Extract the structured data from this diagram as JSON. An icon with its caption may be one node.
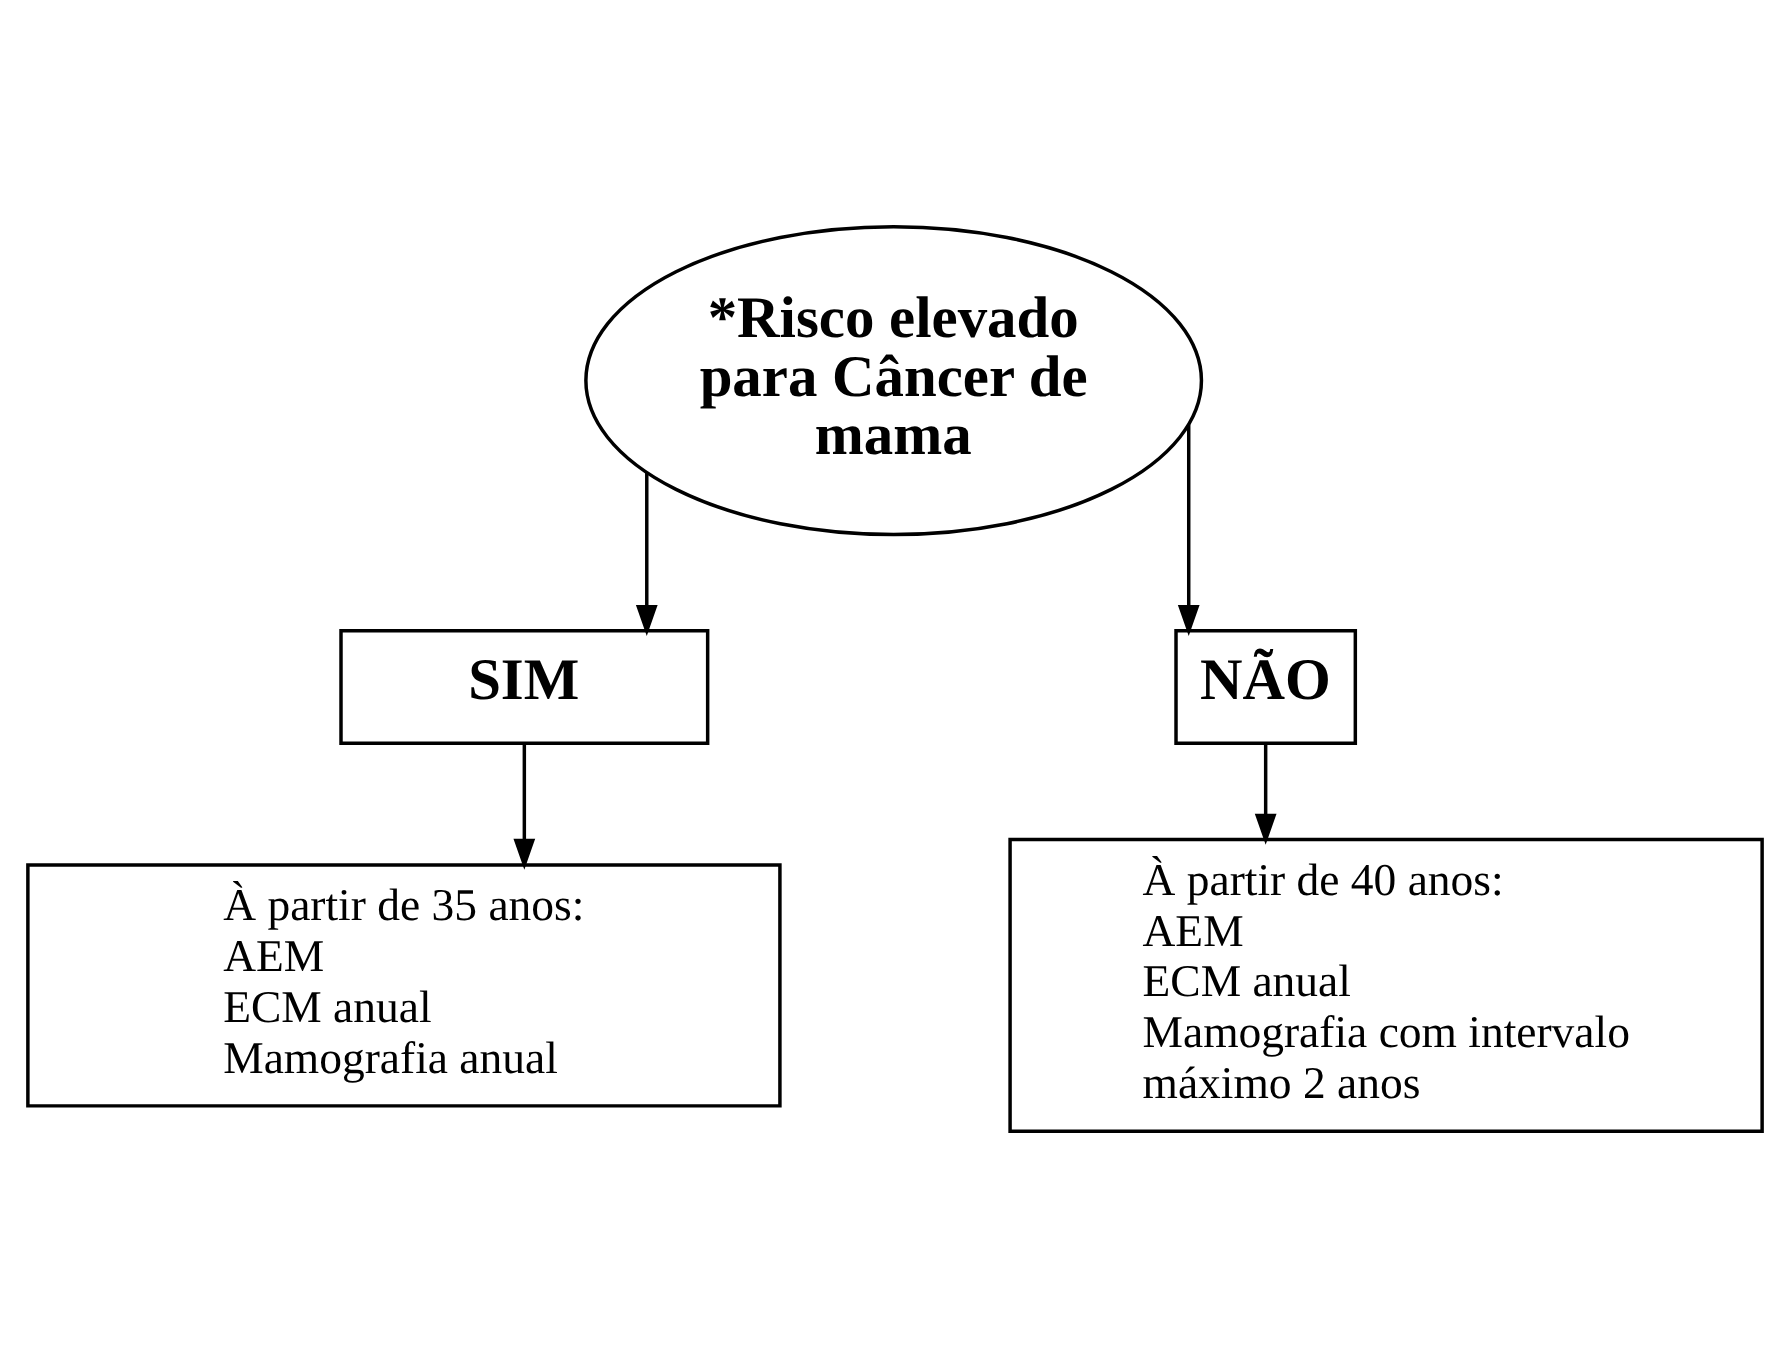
{
  "diagram": {
    "nodes": [
      {
        "text": [
          "*Risco elevado para Câncer de mama"
        ]
      },
      {
        "text": [
          "SIM"
        ]
      },
      {
        "text": [
          "NÃO"
        ]
      },
      {
        "text": [
          "À partir de 35 anos:",
          "AEM",
          "ECM anual",
          "Mamografia anual"
        ]
      },
      {
        "text": [
          "À partir de 40 anos:",
          "AEM",
          "ECM anual",
          "Mamografia com intervalo máximo 2 anos"
        ]
      }
    ],
    "edges": [
      {
        "from": 0,
        "to": 1,
        "arrow": "to"
      },
      {
        "from": 0,
        "to": 2,
        "arrow": "to"
      },
      {
        "from": 1,
        "to": 3,
        "arrow": "to"
      },
      {
        "from": 2,
        "to": 4,
        "arrow": "to"
      }
    ]
  }
}
